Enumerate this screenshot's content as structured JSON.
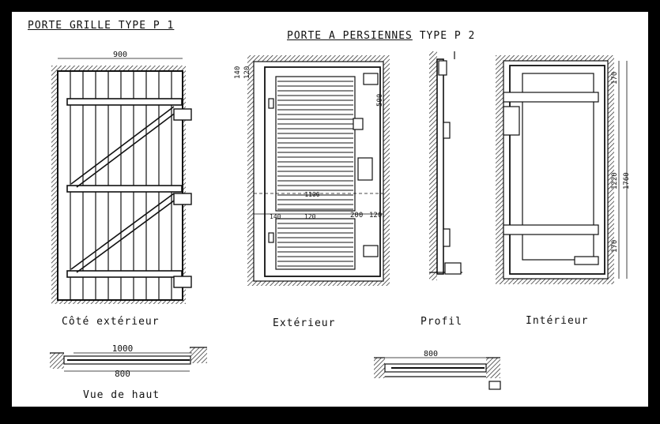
{
  "titles": {
    "type_p1": "PORTE GRILLE TYPE P 1",
    "type_p2_prefix": "PORTE A PERSIENNES",
    "type_p2_suffix": "TYPE P 2"
  },
  "captions": {
    "p1_elevation": "Côté extérieur",
    "p1_top": "Vue de haut",
    "p2_exterior": "Extérieur",
    "p2_profile": "Profil",
    "p2_interior": "Intérieur"
  },
  "dimensions": {
    "p1_width": "900",
    "p1_top_outer": "1000",
    "p1_top_inner": "800",
    "p2_top_inner": "800",
    "p2_ext_top_rail": "140",
    "p2_ext_margin": "120",
    "p2_ext_stile": "500",
    "p2_ext_mid": "1100",
    "p2_ext_left": "140",
    "p2_ext_centre": "120",
    "p2_ext_right_a": "200",
    "p2_ext_right_b": "120",
    "p2_int_top": "170",
    "p2_int_mid": "1220",
    "p2_int_bottom": "170",
    "p2_int_total": "1760"
  }
}
